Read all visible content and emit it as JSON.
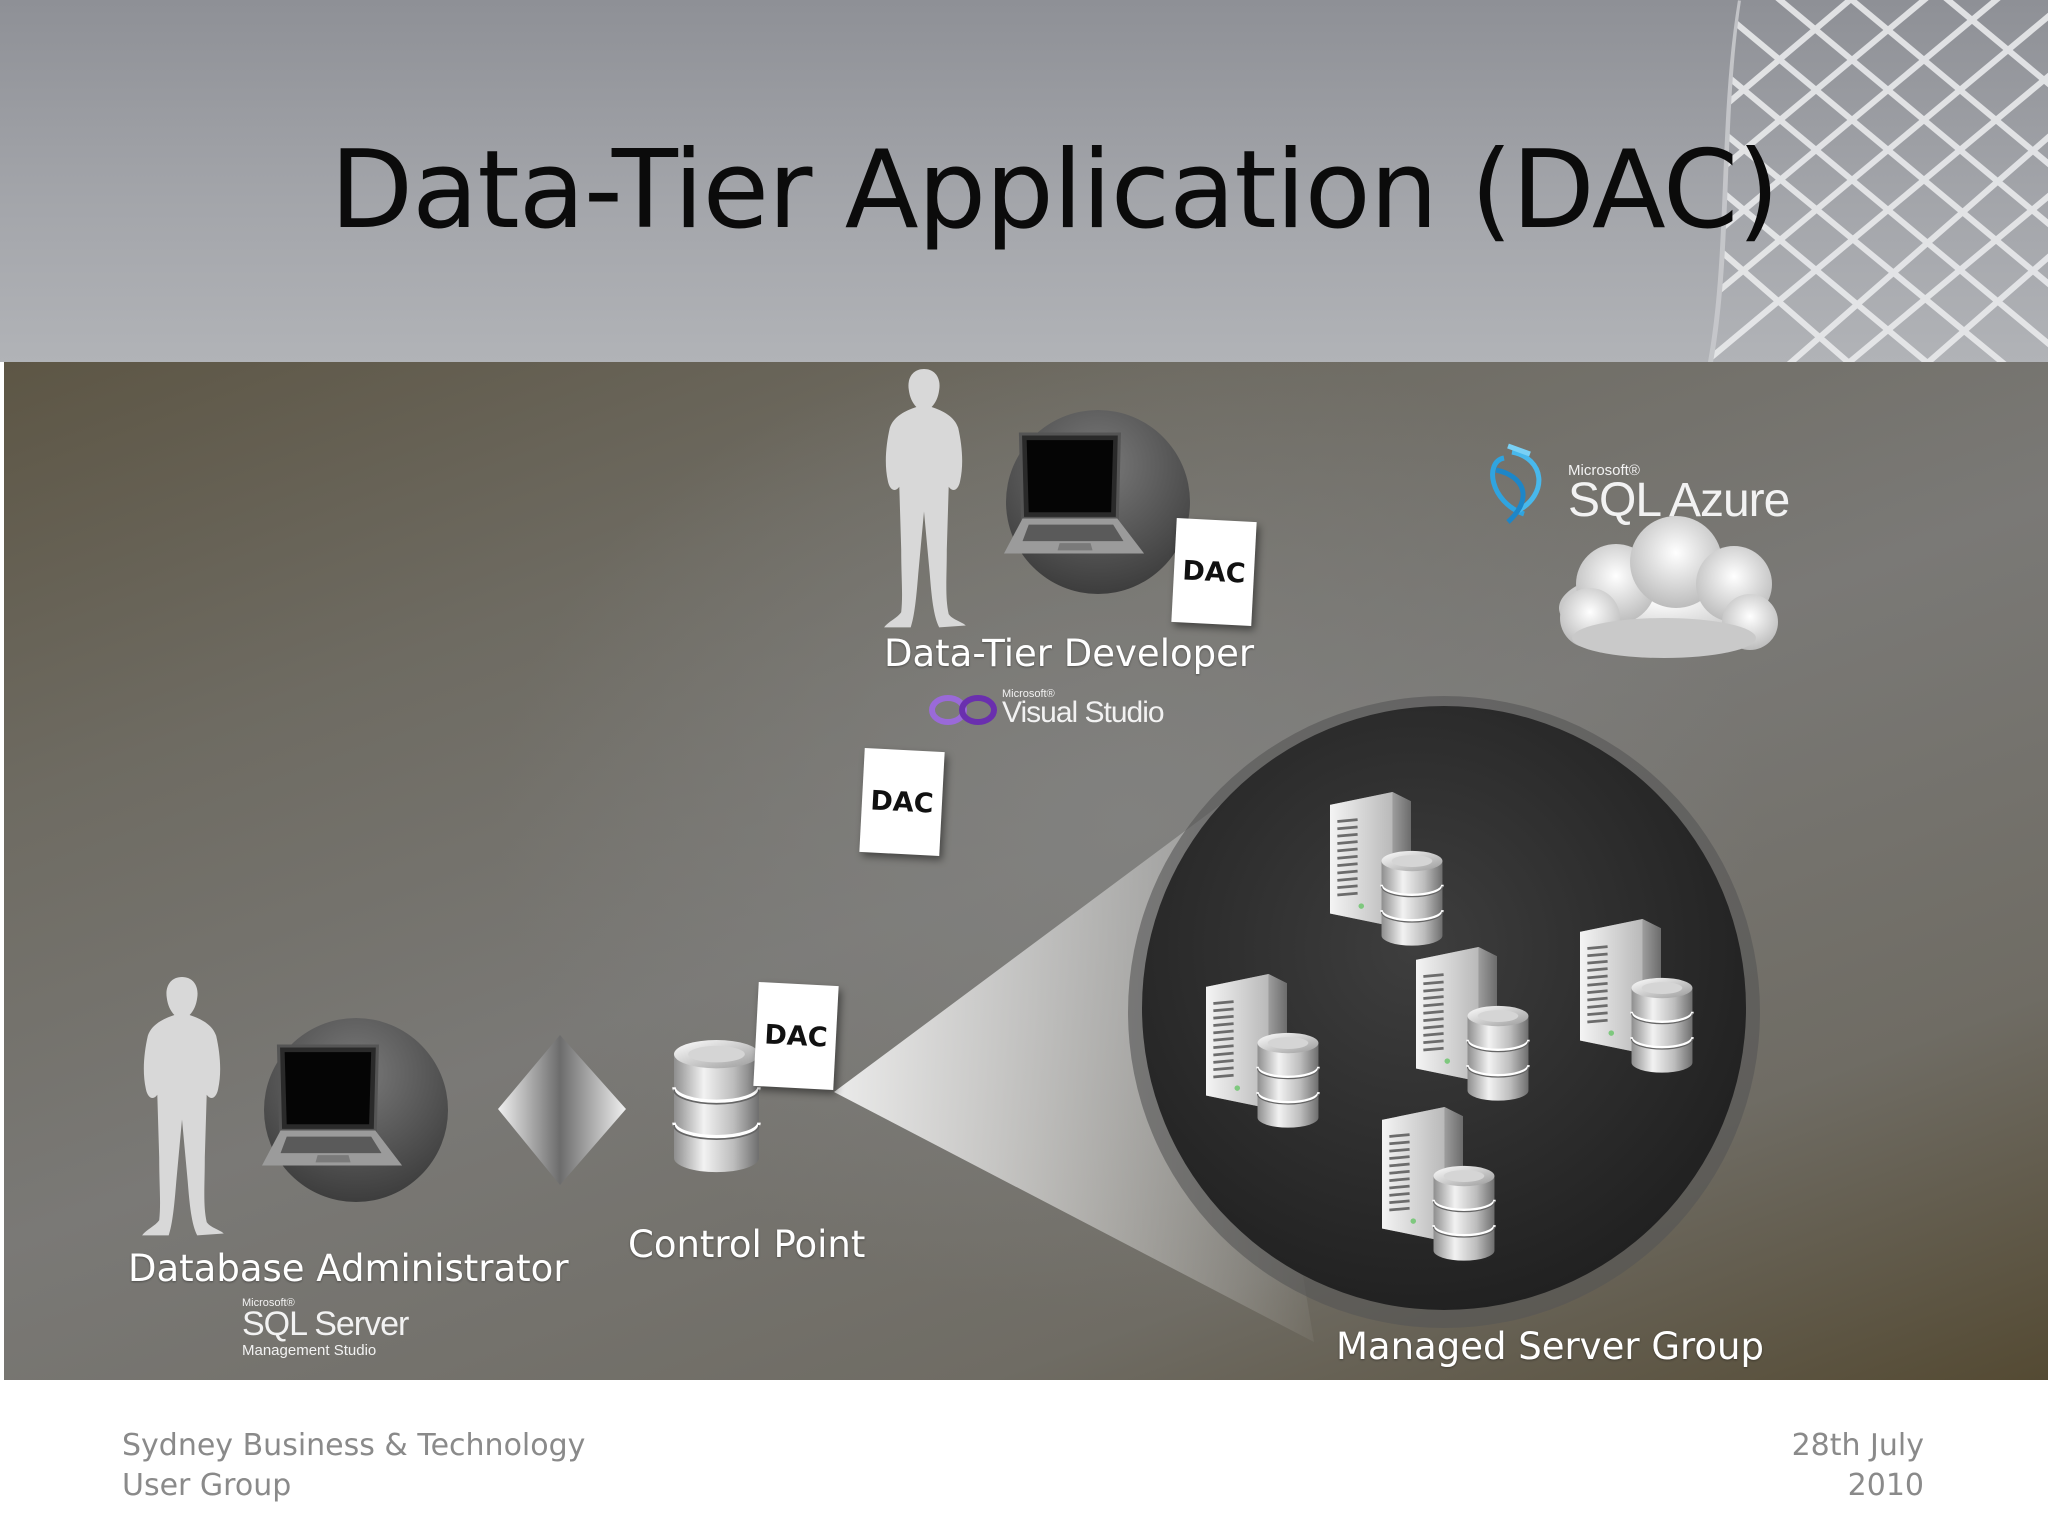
{
  "title": "Data-Tier Application (DAC)",
  "roles": {
    "developer": "Data-Tier Developer",
    "dba": "Database Administrator",
    "control_point": "Control Point",
    "server_group": "Managed Server Group"
  },
  "dac_label": "DAC",
  "logos": {
    "visual_studio": {
      "maker": "Microsoft®",
      "product": "Visual Studio"
    },
    "sql_server": {
      "maker": "Microsoft®",
      "product": "SQL Server",
      "sub": "Management Studio"
    },
    "sql_azure": {
      "maker": "Microsoft®",
      "product": "SQL Azure"
    }
  },
  "footer": {
    "org_line1": "Sydney Business & Technology",
    "org_line2": "User Group",
    "date_line1": "28th July",
    "date_line2": "2010"
  },
  "icons": [
    "person-silhouette-icon",
    "laptop-icon",
    "database-icon",
    "server-icon",
    "cloud-icon",
    "diamond-arrow-icon",
    "lattice-pattern"
  ]
}
